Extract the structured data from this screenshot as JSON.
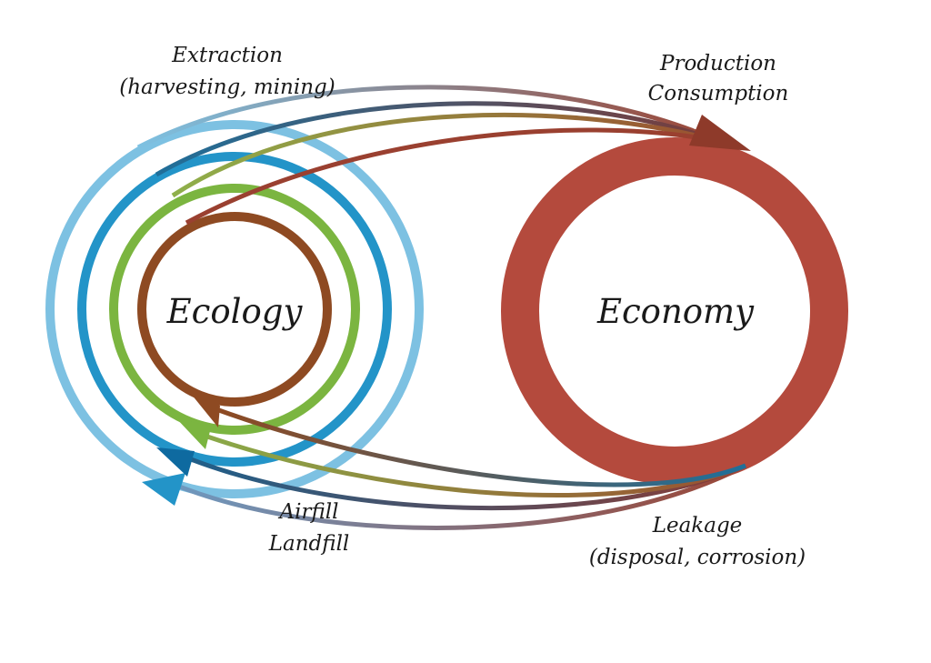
{
  "labels": {
    "ecology": "Ecology",
    "economy": "Economy",
    "extraction_line1": "Extraction",
    "extraction_line2": "(harvesting, mining)",
    "production": "Production",
    "consumption": "Consumption",
    "airfill": "Airfill",
    "landfill": "Landfill",
    "leakage_line1": "Leakage",
    "leakage_line2": "(disposal, corrosion)"
  },
  "colors": {
    "ring_outer": "#7dc1e2",
    "ring_second": "#2394c8",
    "ring_third": "#7bb540",
    "ring_inner": "#8e4a22",
    "economy_ring": "#b44a3d",
    "arrow_head": "#8e3a2a"
  }
}
